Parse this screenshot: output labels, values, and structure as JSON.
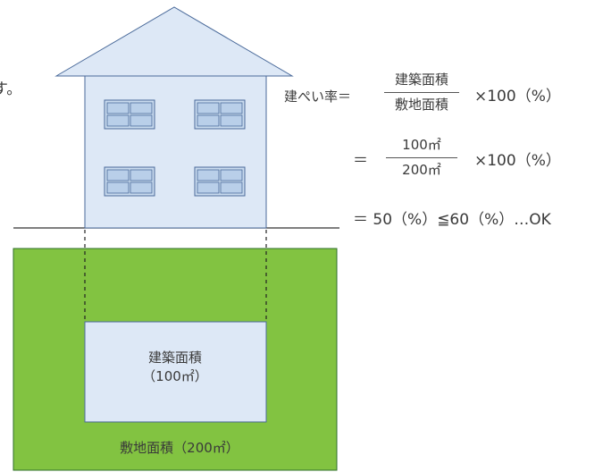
{
  "cropped_text": "す。",
  "formula": {
    "label": "建ぺい率＝",
    "fraction1": {
      "numerator": "建築面積",
      "denominator": "敷地面積"
    },
    "multiplier": "×100（%）",
    "line2_eq": "＝",
    "fraction2": {
      "numerator": "100㎡",
      "denominator": "200㎡"
    },
    "line2_multiplier": "×100（%）",
    "result": "＝ 50（%）≦60（%）…OK"
  },
  "building": {
    "label_line1": "建築面積",
    "label_line2": "（100㎡）"
  },
  "site": {
    "label": "敷地面積（200㎡）"
  },
  "colors": {
    "house_fill": "#dde8f6",
    "house_stroke": "#4a6a9a",
    "site_fill": "#82c341",
    "window_fill": "#c9dbef",
    "ground_line": "#333333"
  }
}
